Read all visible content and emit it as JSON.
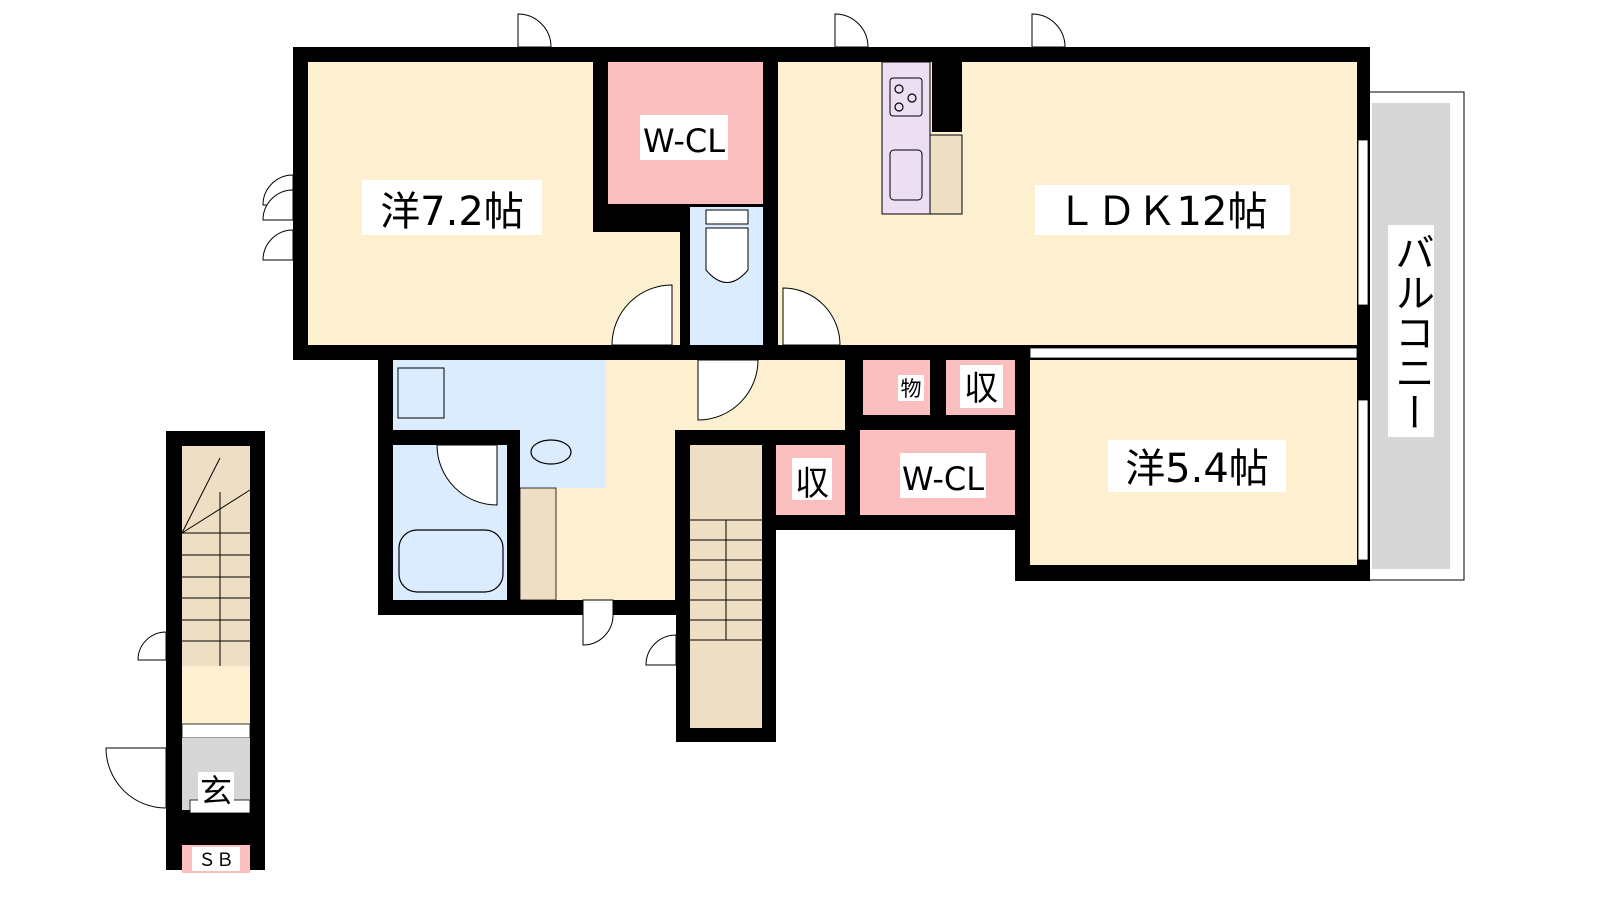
{
  "rooms": {
    "western_1": "洋7.2帖",
    "wcl_1": "W-CL",
    "ldk": "ＬＤＫ12帖",
    "balcony": "バルコニー",
    "western_2": "洋5.4帖",
    "wcl_2": "W-CL",
    "storage_1": "収",
    "storage_2": "収",
    "storage_small": "物",
    "entrance": "玄",
    "shoe_box": "ＳＢ"
  },
  "colors": {
    "wall": "#000000",
    "room_floor": "#fdf0d0",
    "closet": "#fbbfbf",
    "wet_area": "#dcecff",
    "stairs": "#eedec3",
    "kitchen": "#ecdef3",
    "balcony": "#d6d6d6"
  }
}
